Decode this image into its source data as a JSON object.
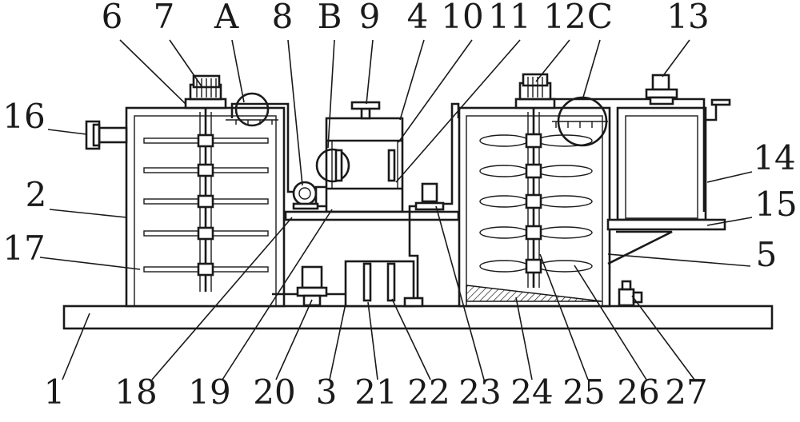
{
  "labels": {
    "top": [
      "6",
      "7",
      "A",
      "8",
      "B",
      "9",
      "4",
      "10",
      "11",
      "12",
      "C",
      "13"
    ],
    "left": [
      "16",
      "2",
      "17"
    ],
    "right": [
      "14",
      "15",
      "5"
    ],
    "bottom": [
      "1",
      "18",
      "19",
      "20",
      "3",
      "21",
      "22",
      "23",
      "24",
      "25",
      "26",
      "27"
    ]
  }
}
